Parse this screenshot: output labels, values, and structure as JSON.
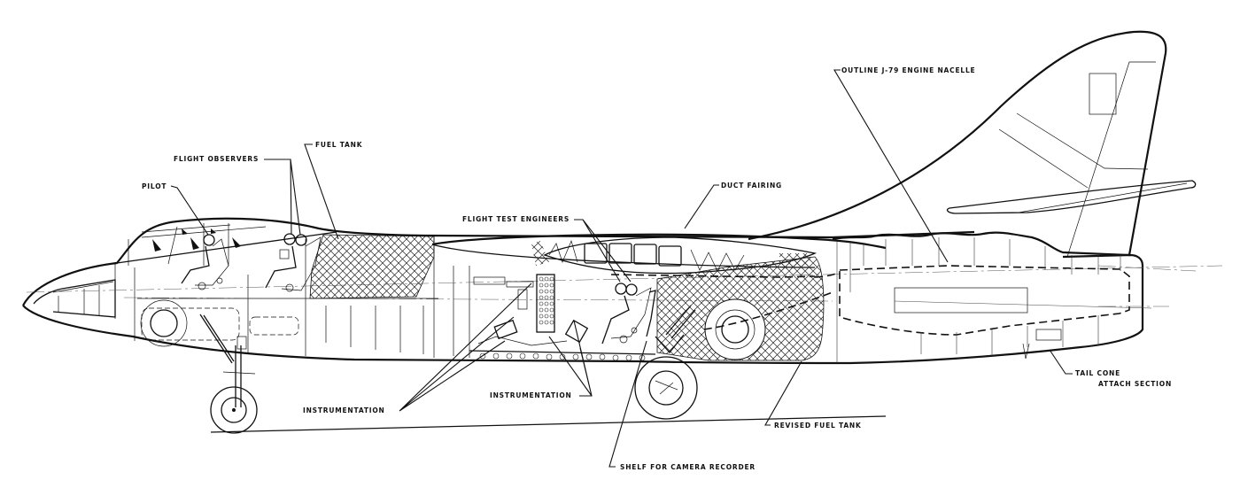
{
  "diagram": {
    "subject": "Aircraft cutaway side view (flight test configuration)",
    "colors": {
      "ink": "#111111",
      "background": "#ffffff"
    },
    "labels": {
      "pilot": "PILOT",
      "flight_observers": "FLIGHT OBSERVERS",
      "fuel_tank": "FUEL TANK",
      "flight_test_engineers": "FLIGHT TEST ENGINEERS",
      "duct_fairing": "DUCT FAIRING",
      "engine_nacelle": "OUTLINE J-79 ENGINE NACELLE",
      "instrumentation_left": "INSTRUMENTATION",
      "instrumentation_center": "INSTRUMENTATION",
      "shelf_camera": "SHELF FOR CAMERA RECORDER",
      "revised_fuel_tank": "REVISED FUEL TANK",
      "tail_cone_line1": "TAIL CONE",
      "tail_cone_line2": "ATTACH SECTION"
    },
    "components": [
      "nose",
      "cockpit-canopy",
      "pilot-seat",
      "observer-seats",
      "forward-fuel-tank",
      "wing-duct-fairing",
      "engineer-station",
      "instrument-racks",
      "nose-landing-gear",
      "main-landing-gear",
      "revised-fuel-tank",
      "engine-nacelle",
      "vertical-tail",
      "horizontal-stabilizer",
      "tail-cone"
    ]
  }
}
